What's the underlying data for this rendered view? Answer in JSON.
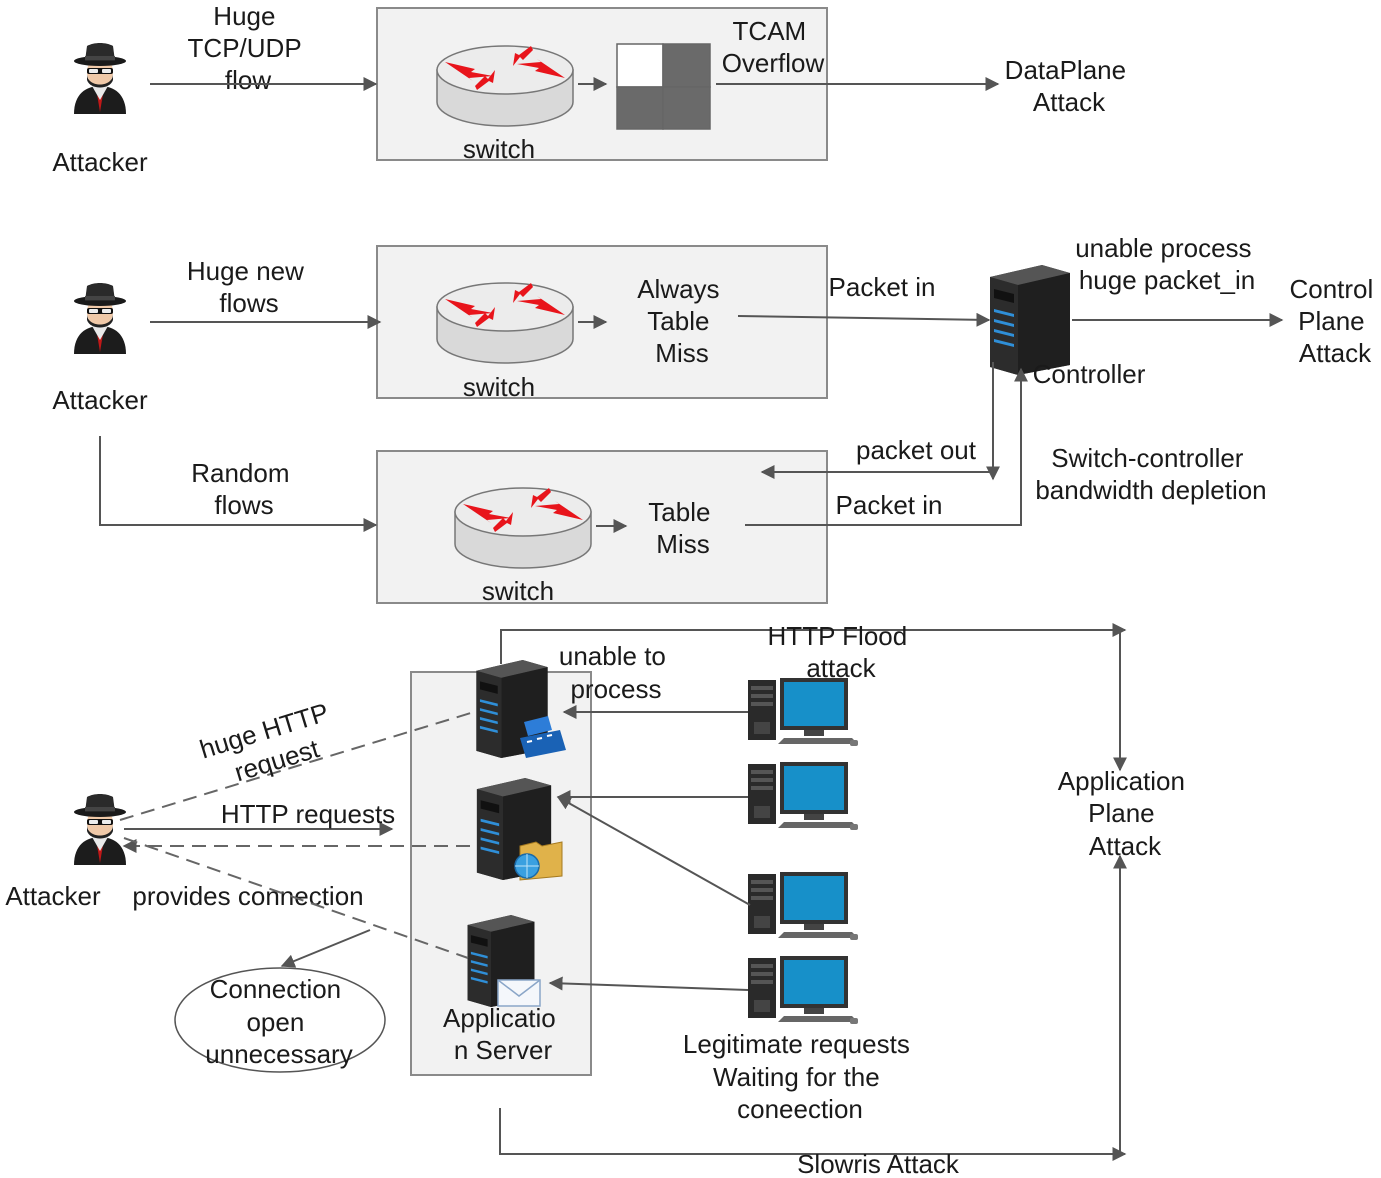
{
  "colors": {
    "panel_fill": "#f2f2f2",
    "router_arrow": "#e8141b",
    "monitor_screen": "#1790c9",
    "server_body": "#2a2a2a",
    "server_light": "#2f8fd8"
  },
  "icons": {
    "attacker": "attacker-icon",
    "switch": "switch-router-icon",
    "controller": "server-tower-icon",
    "workstation": "desktop-computer-icon",
    "media": "film-strip-icon",
    "folder": "folder-globe-icon",
    "mail": "envelope-icon"
  },
  "attacker_label": "Attacker",
  "switch_label": "switch",
  "dataplane": {
    "flow_label": [
      "Huge",
      "TCP/UDP",
      "flow"
    ],
    "tcam_label": [
      "TCAM",
      "Overflow"
    ],
    "result_label": [
      "DataPlane",
      "Attack"
    ]
  },
  "controlplane": {
    "new_flows_label": [
      "Huge new",
      "flows"
    ],
    "always_miss_label": [
      "Always",
      "Table",
      "Miss"
    ],
    "packet_in_label": "Packet  in",
    "unable_label": [
      "unable process",
      "huge packet_in"
    ],
    "controller_label": "Controller",
    "result_label": [
      "Control",
      "Plane",
      "Attack"
    ],
    "packet_out_label": "packet  out",
    "random_flows_label": [
      "Random",
      "flows"
    ],
    "table_miss_label": [
      "Table",
      "Miss"
    ],
    "packet_in_2_label": "Packet  in",
    "bandwidth_label": [
      "Switch-controller",
      "bandwidth depletion"
    ]
  },
  "appplane": {
    "http_flood_label": [
      "HTTP Flood",
      "attack"
    ],
    "unable_label": [
      "unable to",
      "process"
    ],
    "huge_http_label": [
      "huge HTTP",
      "request"
    ],
    "http_requests_label": "HTTP requests",
    "provides_label": "provides connection",
    "connection_label": [
      "Connection",
      "open",
      "unnecessary"
    ],
    "server_label": [
      "Applicatio",
      "n Server"
    ],
    "legit_label": [
      "Legitimate requests",
      "Waiting for the",
      "coneection"
    ],
    "slowris_label": "Slowris Attack",
    "result_label": [
      "Application",
      "Plane",
      "Attack"
    ]
  }
}
